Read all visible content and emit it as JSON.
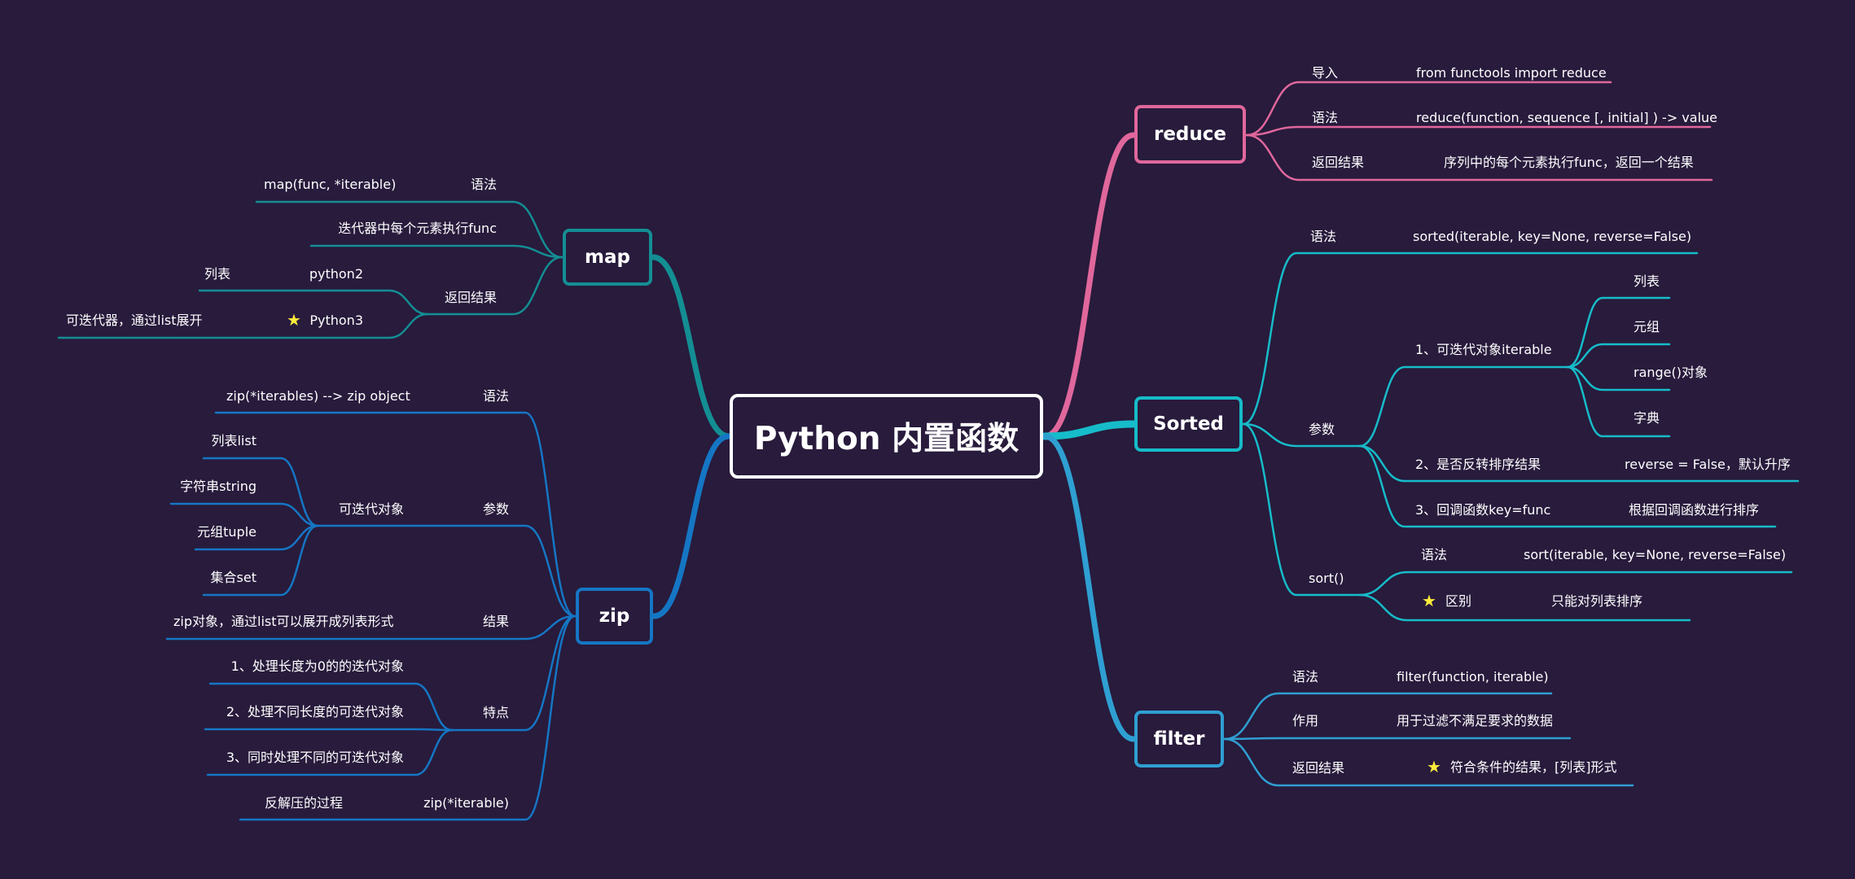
{
  "center": {
    "title": "Python 内置函数"
  },
  "colors": {
    "background": "#281b3c",
    "reduce": "#e0679c",
    "sorted": "#16bcc9",
    "filter": "#2f9fd2",
    "map": "#138e93",
    "zip": "#1576c4",
    "star": "#ffeb3b"
  },
  "reduce": {
    "title": "reduce",
    "import_key": "导入",
    "import_value": "from functools import reduce",
    "syntax_key": "语法",
    "syntax_value": "reduce(function, sequence [, initial] ) -> value",
    "return_key": "返回结果",
    "return_value": "序列中的每个元素执行func，返回一个结果"
  },
  "sorted": {
    "title": "Sorted",
    "syntax_key": "语法",
    "syntax_value": "sorted(iterable, key=None, reverse=False)",
    "params_key": "参数",
    "p1": "1、可迭代对象iterable",
    "p1_items": [
      "列表",
      "元组",
      "range()对象",
      "字典"
    ],
    "p2": "2、是否反转排序结果",
    "p2_value": "reverse = False，默认升序",
    "p3": "3、回调函数key=func",
    "p3_value": "根据回调函数进行排序",
    "sort_key": "sort()",
    "sort_syntax_key": "语法",
    "sort_syntax_value": "sort(iterable, key=None, reverse=False)",
    "diff_key": "区别",
    "diff_value": "只能对列表排序"
  },
  "filter": {
    "title": "filter",
    "syntax_key": "语法",
    "syntax_value": "filter(function, iterable)",
    "effect_key": "作用",
    "effect_value": "用于过滤不满足要求的数据",
    "return_key": "返回结果",
    "return_value": "符合条件的结果，[列表]形式"
  },
  "map": {
    "title": "map",
    "syntax_key": "语法",
    "syntax_value": "map(func, *iterable)",
    "desc": "迭代器中每个元素执行func",
    "return_key": "返回结果",
    "py2": "python2",
    "py2_value": "列表",
    "py3": "Python3",
    "py3_value": "可迭代器，通过list展开"
  },
  "zip": {
    "title": "zip",
    "syntax_key": "语法",
    "syntax_value": "zip(*iterables) --> zip object",
    "params_key": "参数",
    "iterable_key": "可迭代对象",
    "iterable_items": [
      "列表list",
      "字符串string",
      "元组tuple",
      "集合set"
    ],
    "result_key": "结果",
    "result_value": "zip对象，通过list可以展开成列表形式",
    "feature_key": "特点",
    "features": [
      "1、处理长度为0的的迭代对象",
      "2、处理不同长度的可迭代对象",
      "3、同时处理不同的可迭代对象"
    ],
    "unzip_key": "zip(*iterable)",
    "unzip_value": "反解压的过程"
  }
}
